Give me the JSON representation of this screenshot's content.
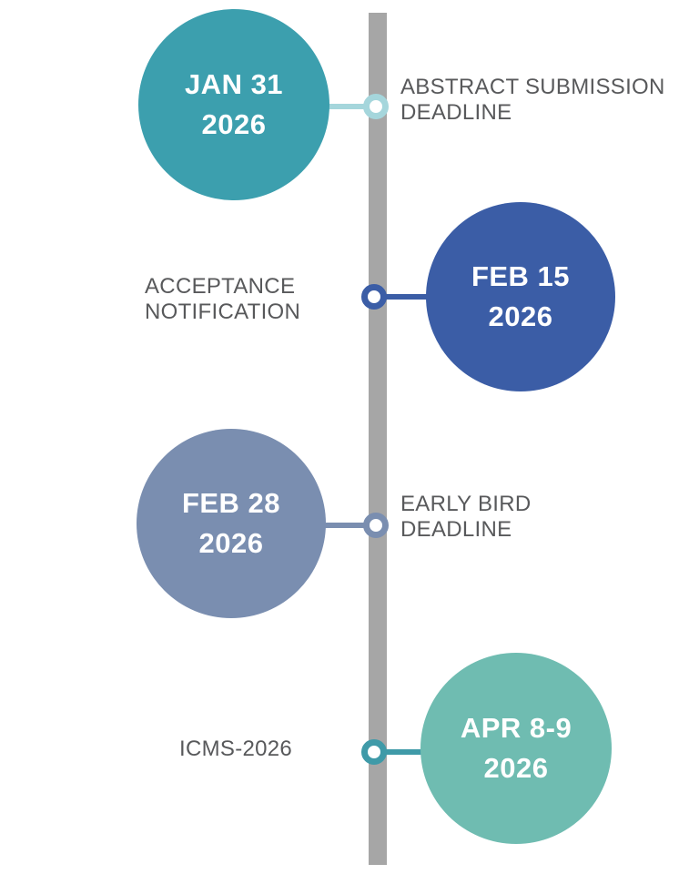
{
  "timeline": {
    "bar_color": "#a6a6a6",
    "label_color": "#58595b",
    "date_text_color": "#ffffff",
    "milestones": [
      {
        "id": "abstract-submission-deadline",
        "date_line1": "JAN 31",
        "date_line2": "2026",
        "label_line1": "ABSTRACT SUBMISSION",
        "label_line2": "DEADLINE",
        "circle_side": "left",
        "circle_color": "#3c9fae",
        "connector_color": "#a5d6dc"
      },
      {
        "id": "acceptance-notification",
        "date_line1": "FEB 15",
        "date_line2": "2026",
        "label_line1": "ACCEPTANCE",
        "label_line2": "NOTIFICATION",
        "circle_side": "right",
        "circle_color": "#3b5da6",
        "connector_color": "#3b5da6"
      },
      {
        "id": "early-bird-deadline",
        "date_line1": "FEB 28",
        "date_line2": "2026",
        "label_line1": "EARLY BIRD",
        "label_line2": "DEADLINE",
        "circle_side": "left",
        "circle_color": "#7a8eb0",
        "connector_color": "#7a8eb0"
      },
      {
        "id": "icms-2026-conference",
        "date_line1": "APR 8-9",
        "date_line2": "2026",
        "label_line1": "ICMS-2026",
        "label_line2": "",
        "circle_side": "right",
        "circle_color": "#6fbcb1",
        "connector_color": "#3f9aa8"
      }
    ]
  }
}
